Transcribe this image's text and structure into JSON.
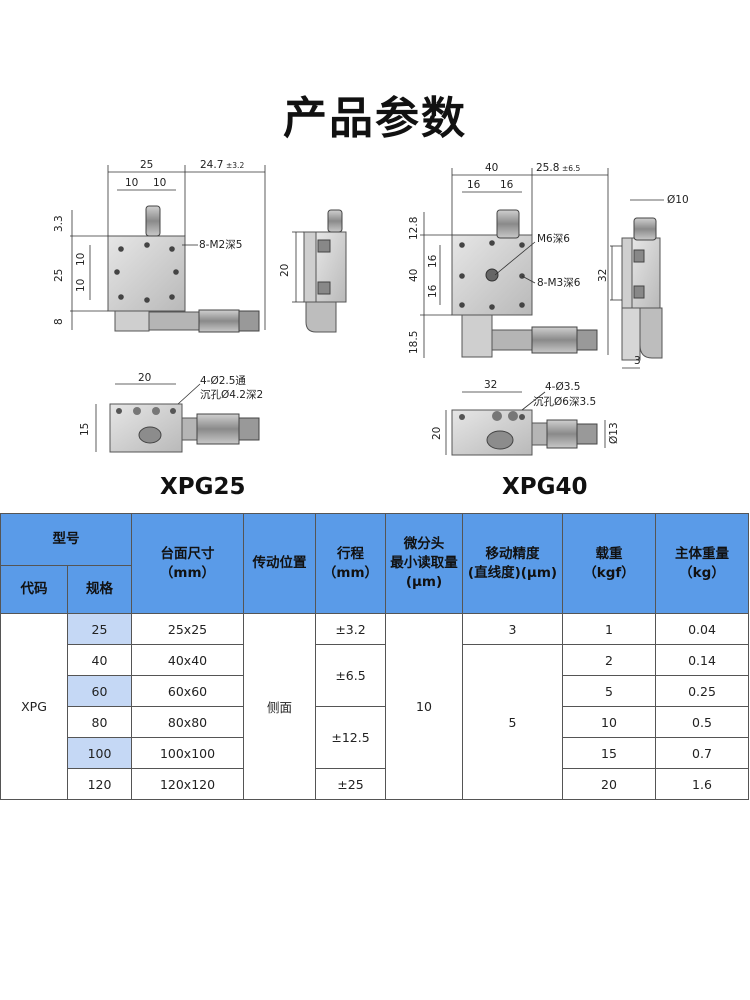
{
  "page_title": "产品参数",
  "models": {
    "xpg25": {
      "label": "XPG25",
      "dims": {
        "width": "25",
        "half_a": "10",
        "half_b": "10",
        "travel": "24.7",
        "travel_tol": "±3.2",
        "left_top": "3.3",
        "left_mid": "25",
        "left_a": "10",
        "left_b": "10",
        "left_bottom": "8",
        "tap_note": "8-M2深5",
        "side_height": "20",
        "bottom_width": "20",
        "bottom_height": "15",
        "hole_note": "4-Ø2.5通",
        "counter_note": "沉孔Ø4.2深2"
      }
    },
    "xpg40": {
      "label": "XPG40",
      "dims": {
        "width": "40",
        "half_a": "16",
        "half_b": "16",
        "travel": "25.8",
        "travel_tol": "±6.5",
        "left_top": "12.8",
        "left_mid": "40",
        "left_a": "16",
        "left_b": "16",
        "left_bottom": "18.5",
        "center_note": "M6深6",
        "tap_note": "8-M3深6",
        "knob_dia": "Ø10",
        "side_height": "32",
        "side_bottom": "3",
        "bottom_width": "32",
        "bottom_height": "20",
        "micrometer_dia": "Ø13",
        "hole_note": "4-Ø3.5",
        "counter_note": "沉孔Ø6深3.5"
      }
    }
  },
  "table": {
    "headers": {
      "model": "型号",
      "code": "代码",
      "spec": "规格",
      "table_size": "台面尺寸\n（mm）",
      "drive_position": "传动位置",
      "travel": "行程\n（mm）",
      "micrometer": "微分头\n最小读取量\n(μm)",
      "accuracy": "移动精度\n(直线度)(μm)",
      "load": "载重\n（kgf）",
      "weight": "主体重量\n（kg）"
    },
    "code": "XPG",
    "drive_position": "侧面",
    "micrometer": "10",
    "rows": [
      {
        "spec": "25",
        "size": "25x25",
        "load": "1",
        "weight": "0.04"
      },
      {
        "spec": "40",
        "size": "40x40",
        "load": "2",
        "weight": "0.14"
      },
      {
        "spec": "60",
        "size": "60x60",
        "load": "5",
        "weight": "0.25"
      },
      {
        "spec": "80",
        "size": "80x80",
        "load": "10",
        "weight": "0.5"
      },
      {
        "spec": "100",
        "size": "100x100",
        "load": "15",
        "weight": "0.7"
      },
      {
        "spec": "120",
        "size": "120x120",
        "load": "20",
        "weight": "1.6"
      }
    ],
    "travel_groups": [
      "±3.2",
      "±6.5",
      "±12.5",
      "±25"
    ],
    "accuracy_groups": [
      "3",
      "5"
    ],
    "colors": {
      "header_bg": "#5a9be8",
      "highlight_bg": "#c5d8f5",
      "border": "#555555"
    }
  }
}
